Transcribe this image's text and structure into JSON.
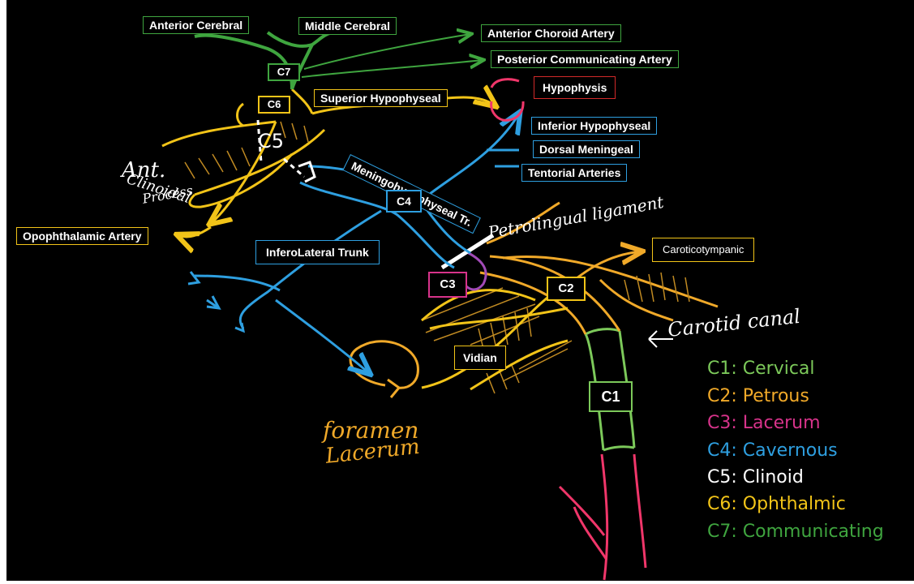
{
  "colors": {
    "green": "#3fa53f",
    "light_green": "#7cc95a",
    "yellow": "#f2c418",
    "orange_yellow": "#f0a929",
    "blue": "#2e9fe0",
    "magenta": "#d7338a",
    "pink": "#f0366a",
    "red": "#d22a2a",
    "white": "#ffffff"
  },
  "labels": {
    "anterior_cerebral": "Anterior Cerebral",
    "middle_cerebral": "Middle Cerebral",
    "anterior_choroid": "Anterior Choroid Artery",
    "posterior_communicating": "Posterior Communicating Artery",
    "superior_hypophyseal": "Superior Hypophyseal",
    "hypophysis": "Hypophysis",
    "inferior_hypophyseal": "Inferior Hypophyseal",
    "dorsal_meningeal": "Dorsal Meningeal",
    "tentorial_arteries": "Tentorial Arteries",
    "meningohypophyseal": "Meningohypophyseal Tr.",
    "ophthalmic_artery": "Opophthalamic Artery",
    "inferolateral_trunk": "InferoLateral Trunk",
    "caroticotympanic": "Caroticotympanic",
    "vidian": "Vidian"
  },
  "segments": {
    "c1": "C1",
    "c2": "C2",
    "c3": "C3",
    "c4": "C4",
    "c5": "C5",
    "c6": "C6",
    "c7": "C7"
  },
  "handwritten": {
    "ant_clinoid_1": "Ant.",
    "ant_clinoid_2": "Clinoidal",
    "ant_clinoid_3": "Process",
    "petrolingual": "Petrolingual ligament",
    "carotid_canal": "Carotid canal",
    "foramen": "foramen",
    "lacerum": "Lacerum"
  },
  "legend": [
    {
      "text": "C1: Cervical",
      "color": "#7cc95a"
    },
    {
      "text": "C2: Petrous",
      "color": "#f0a929"
    },
    {
      "text": "C3: Lacerum",
      "color": "#d7338a"
    },
    {
      "text": "C4: Cavernous",
      "color": "#2e9fe0"
    },
    {
      "text": "C5: Clinoid",
      "color": "#ffffff"
    },
    {
      "text": "C6: Ophthalmic",
      "color": "#f2c418"
    },
    {
      "text": "C7: Communicating",
      "color": "#3fa53f"
    }
  ]
}
